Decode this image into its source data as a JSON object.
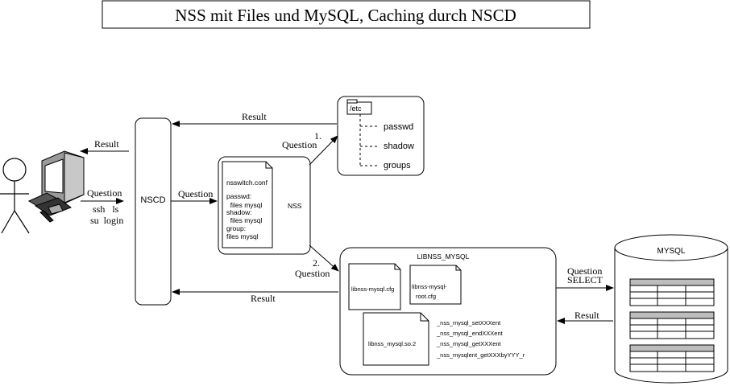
{
  "title": "NSS mit Files und MySQL, Caching durch NSCD",
  "user": {
    "question_label": "Question",
    "commands_line1": "ssh   ls",
    "commands_line2": "su  login",
    "result_label": "Result"
  },
  "nscd": {
    "label": "NSCD",
    "question_label": "Question",
    "result_from_files": "Result",
    "result_from_mysql": "Result"
  },
  "nss": {
    "label": "NSS",
    "file_lines": [
      "nsswitch.conf",
      "",
      "passwd:",
      "  files mysql",
      "shadow:",
      "  files mysql",
      "group:",
      "files mysql"
    ],
    "question1_num": "1.",
    "question1_label": "Question",
    "question2_num": "2.",
    "question2_label": "Question"
  },
  "etc": {
    "folder": "/etc",
    "files": [
      "passwd",
      "shadow",
      "groups"
    ]
  },
  "libnss": {
    "label": "LIBNSS_MYSQL",
    "cfg1": "libnss-mysql.cfg",
    "cfg2_line1": "libnss-mysql-",
    "cfg2_line2": "root.cfg",
    "so": "libnss_mysql.so.2",
    "functions": [
      "_nss_mysql_setXXXent",
      "_nss_mysql_endXXXent",
      "_nss_mysql_getXXXent",
      "_nss_mysqlent_getXXXbyYYY_r"
    ],
    "question_label": "Question",
    "select_label": "SELECT",
    "result_label": "Result"
  },
  "mysql": {
    "label": "MYSQL"
  }
}
